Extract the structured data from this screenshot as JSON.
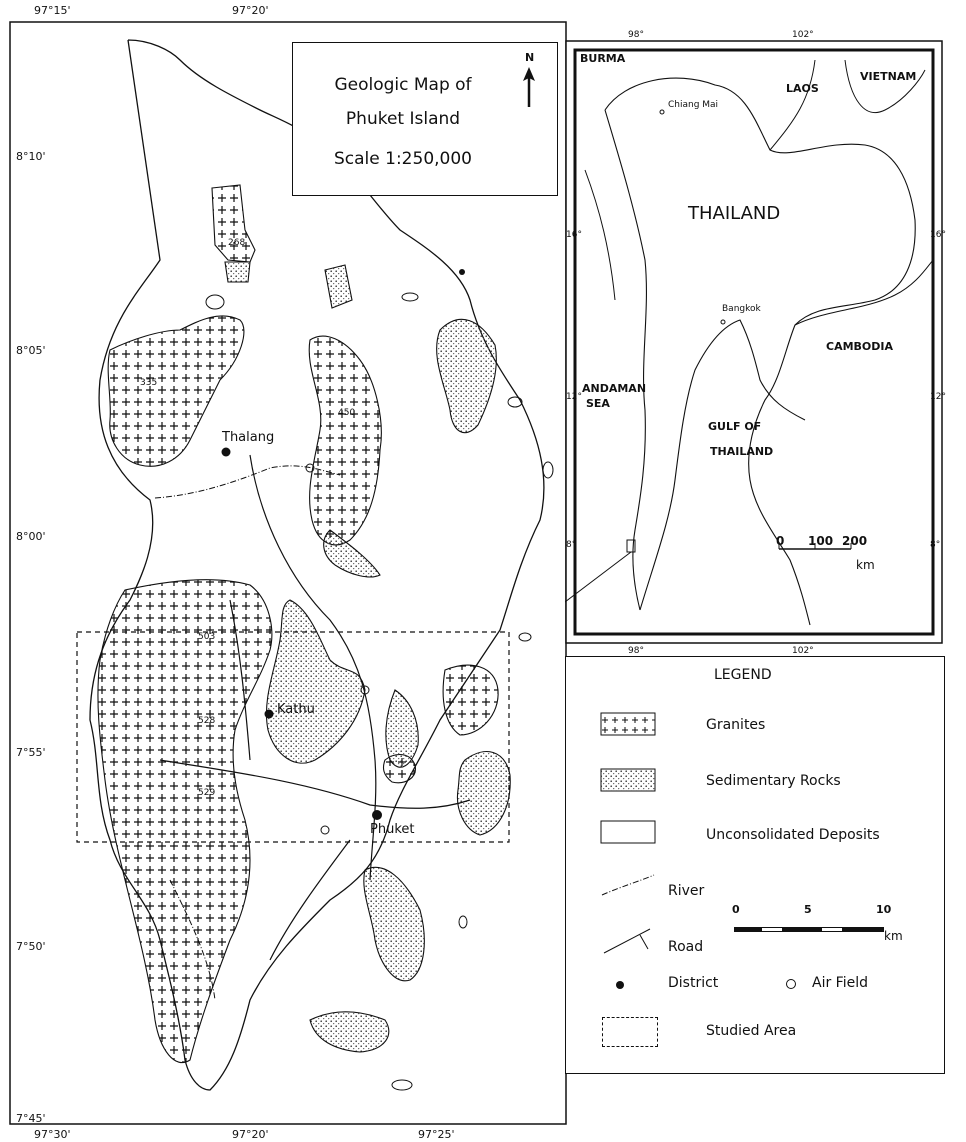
{
  "frame_ticks": {
    "top": [
      "97°15'",
      "97°20'"
    ],
    "bottom": [
      "97°30'",
      "97°20'",
      "97°25'"
    ],
    "left": [
      "8°10'",
      "8°05'",
      "8°00'",
      "7°55'",
      "7°50'",
      "7°45'"
    ]
  },
  "title": {
    "line1": "Geologic Map of",
    "line2": "Phuket Island",
    "line3": "Scale 1:250,000",
    "north": "N"
  },
  "peaks": [
    "268",
    "335",
    "450",
    "503",
    "528",
    "529"
  ],
  "places": {
    "thalang": "Thalang",
    "kathu": "Kathu",
    "phuket": "Phuket"
  },
  "inset": {
    "countries": {
      "burma": "BURMA",
      "laos": "LAOS",
      "vietnam": "VIETNAM",
      "thailand": "THAILAND",
      "cambodia": "CAMBODIA"
    },
    "seas": {
      "andaman_1": "ANDAMAN",
      "andaman_2": "SEA",
      "gulf_1": "GULF OF",
      "gulf_2": "THAILAND"
    },
    "cities": {
      "chiang_mai": "Chiang Mai",
      "bangkok": "Bangkok"
    },
    "ticks": {
      "top": [
        "98°",
        "102°"
      ],
      "bottom": [
        "98°",
        "102°"
      ],
      "left": [
        "16°",
        "12°",
        "8°"
      ],
      "right": [
        "16°",
        "12°",
        "8°"
      ]
    },
    "scale": {
      "labels": [
        "0",
        "100",
        "200"
      ],
      "unit": "km"
    }
  },
  "legend": {
    "title": "LEGEND",
    "granites": "Granites",
    "sedimentary": "Sedimentary Rocks",
    "unconsolidated": "Unconsolidated Deposits",
    "river": "River",
    "road": "Road",
    "district": "District",
    "air_field": "Air Field",
    "studied_area": "Studied Area",
    "scale": {
      "labels": [
        "0",
        "5",
        "10"
      ],
      "unit": "km"
    }
  }
}
